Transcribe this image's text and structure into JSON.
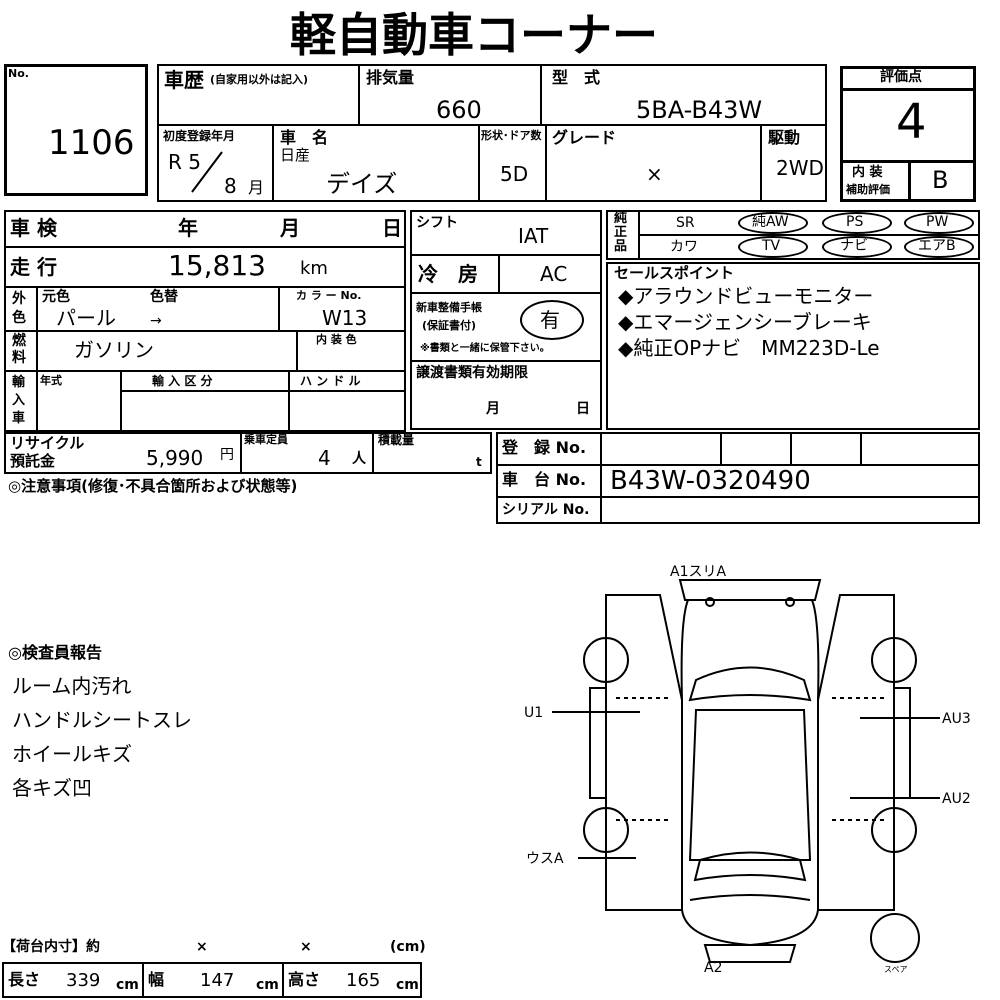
{
  "title": "軽自動車コーナー",
  "lot": {
    "label": "No.",
    "number": "1106"
  },
  "history": {
    "label": "車歴",
    "note": "(自家用以外は記入)"
  },
  "displacement": {
    "label": "排気量",
    "value": "660"
  },
  "model": {
    "label": "型　式",
    "value": "5BA-B43W"
  },
  "rating": {
    "label": "評価点",
    "score": "4",
    "interior_label_1": "内 装",
    "interior_label_2": "補助評価",
    "interior_score": "B"
  },
  "first_reg": {
    "label": "初度登録年月",
    "era": "R 5",
    "month": "8",
    "month_unit": "月"
  },
  "car_name": {
    "label": "車　名",
    "maker": "日産",
    "name": "デイズ"
  },
  "doors": {
    "label": "形状･ドア数",
    "value": "5D"
  },
  "grade": {
    "label": "グレード",
    "value": "×"
  },
  "drive": {
    "label": "駆動",
    "value": "2WD"
  },
  "inspection": {
    "label": "車 検",
    "year": "年",
    "month": "月",
    "day": "日"
  },
  "mileage": {
    "label": "走 行",
    "value": "15,813",
    "unit": "km"
  },
  "color": {
    "label_outer_1": "外",
    "label_outer_2": "色",
    "original_label": "元色",
    "change_label": "色替",
    "original": "パール",
    "arrow": "→",
    "code_label": "カ ラ ー No.",
    "code": "W13",
    "interior_label": "内 装 色"
  },
  "fuel": {
    "label_1": "燃",
    "label_2": "料",
    "value": "ガソリン"
  },
  "import": {
    "label_1": "輸",
    "label_2": "入",
    "label_3": "車",
    "year_label": "年式",
    "class_label": "輸 入 区 分",
    "handle_label": "ハ ン ド ル"
  },
  "shift": {
    "label": "シフト",
    "value": "IAT"
  },
  "ac": {
    "label": "冷　房",
    "value": "AC"
  },
  "warranty": {
    "label_1": "新車整備手帳",
    "label_2": "(保証書付)",
    "value": "有",
    "note": "※書類と一緒に保管下さい。"
  },
  "transfer": {
    "label": "譲渡書類有効期限",
    "month": "月",
    "day": "日"
  },
  "genuine": {
    "label_1": "純",
    "label_2": "正",
    "label_3": "品",
    "row1": [
      "SR",
      "純AW",
      "PS",
      "PW"
    ],
    "row2": [
      "カワ",
      "TV",
      "ナビ",
      "エアB"
    ]
  },
  "sales": {
    "label": "セールスポイント",
    "points": [
      "◆アラウンドビューモニター",
      "◆エマージェンシーブレーキ",
      "◆純正OPナビ　MM223D-Le"
    ]
  },
  "recycle": {
    "label_1": "リサイクル",
    "label_2": "預託金",
    "value": "5,990",
    "unit": "円"
  },
  "capacity": {
    "label": "乗車定員",
    "value": "4",
    "unit": "人"
  },
  "load": {
    "label": "積載量",
    "unit": "t"
  },
  "registration": {
    "label": "登　録 No.",
    "chassis_label": "車　台 No.",
    "chassis": "B43W-0320490",
    "serial_label": "シリアル No."
  },
  "caution": {
    "label": "◎注意事項(修復･不具合箇所および状態等)"
  },
  "inspector": {
    "label": "◎検査員報告",
    "items": [
      "ルーム内汚れ",
      "ハンドルシートスレ",
      "ホイールキズ",
      "各キズ凹"
    ]
  },
  "cargo": {
    "label": "【荷台内寸】約",
    "x1": "×",
    "x2": "×",
    "unit": "(cm)",
    "length_label": "長さ",
    "length": "339",
    "width_label": "幅",
    "width": "147",
    "height_label": "高さ",
    "height": "165",
    "cm": "cm"
  },
  "diagram": {
    "labels": {
      "a1": "A1スリA",
      "u1": "U1",
      "au3": "AU3",
      "au2": "AU2",
      "usa": "ウスA",
      "a2": "A2",
      "spare": "スペア"
    }
  }
}
